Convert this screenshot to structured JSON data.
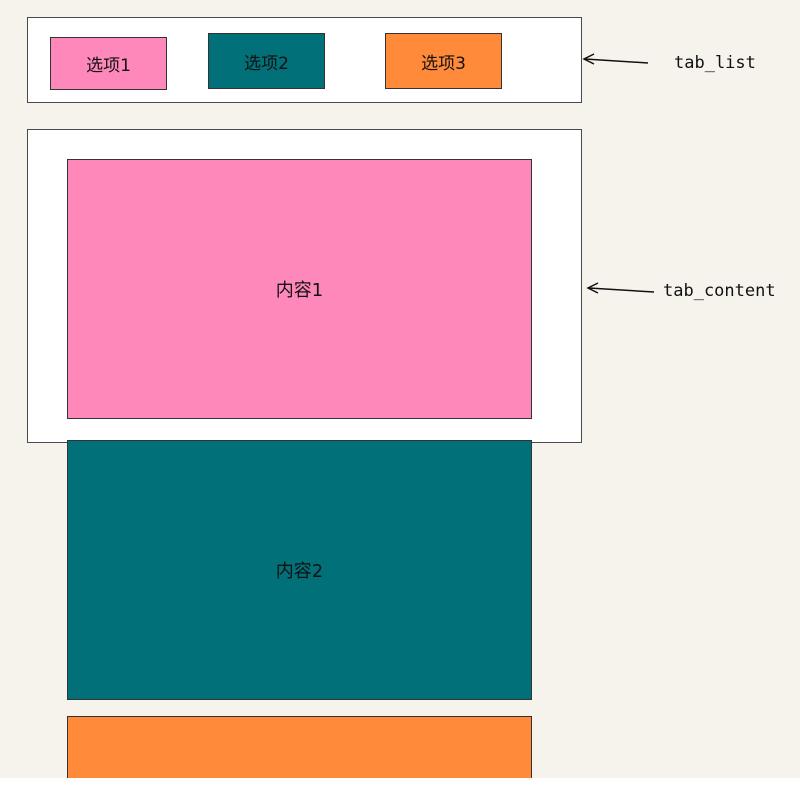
{
  "tabs": [
    {
      "label": "选项1",
      "color": "#ff88bb"
    },
    {
      "label": "选项2",
      "color": "#027079"
    },
    {
      "label": "选项3",
      "color": "#ff8a3a"
    }
  ],
  "panels": [
    {
      "label": "内容1",
      "color": "#ff88bb"
    },
    {
      "label": "内容2",
      "color": "#027079"
    },
    {
      "label": "",
      "color": "#ff8a3a"
    }
  ],
  "annotations": {
    "tab_list": "tab_list",
    "tab_content": "tab_content"
  }
}
